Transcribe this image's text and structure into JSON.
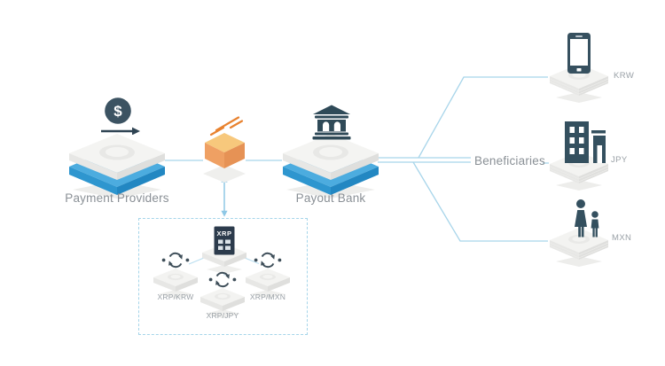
{
  "diagram": {
    "payment_providers": {
      "label": "Payment Providers",
      "icon": "dollar-circle-arrow"
    },
    "bridge_cube": {
      "icon": "orange-cube"
    },
    "payout_bank": {
      "label": "Payout Bank",
      "icon": "bank-building"
    },
    "beneficiaries": {
      "label": "Beneficiaries",
      "items": [
        {
          "currency": "KRW",
          "icon": "mobile-phone"
        },
        {
          "currency": "JPY",
          "icon": "office-building"
        },
        {
          "currency": "MXN",
          "icon": "family"
        }
      ]
    },
    "fx_box": {
      "ledger_label": "XRP",
      "pairs": [
        {
          "label": "XRP/KRW"
        },
        {
          "label": "XRP/JPY"
        },
        {
          "label": "XRP/MXN"
        }
      ]
    }
  },
  "colors": {
    "platform_blue_top": "#4cacdf",
    "platform_blue_left": "#2e96cf",
    "platform_blue_right": "#2287c2",
    "line_blue": "#a8d5ea",
    "arrow_blue": "#8fc8e6",
    "cube_orange_top": "#f7c87c",
    "cube_orange_side": "#e69255",
    "speed_line_orange": "#e8822f",
    "icon_slate": "#36505f",
    "xrp_badge_navy": "#2c3b4c",
    "label_gray": "#8a9096",
    "small_label_gray": "#9aa1a7"
  }
}
